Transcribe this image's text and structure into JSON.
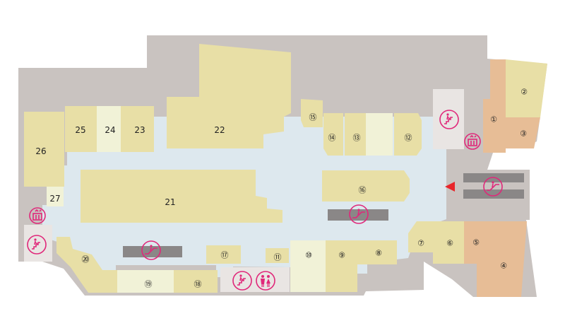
{
  "colors": {
    "building": "#c9c3c0",
    "corridor": "#dde8ee",
    "shop": "#e8dfa6",
    "shop_light": "#f1f2d7",
    "shop_orange": "#e7bd96",
    "service": "#e9e5e3",
    "escalator": "#8a8787",
    "icon": "#e0287a",
    "entrance": "#e8262b"
  },
  "stores": [
    {
      "id": "s1",
      "label": "①"
    },
    {
      "id": "s2",
      "label": "②"
    },
    {
      "id": "s3",
      "label": "③"
    },
    {
      "id": "s4",
      "label": "④"
    },
    {
      "id": "s5",
      "label": "⑤"
    },
    {
      "id": "s6",
      "label": "⑥"
    },
    {
      "id": "s7",
      "label": "⑦"
    },
    {
      "id": "s8",
      "label": "⑧"
    },
    {
      "id": "s9",
      "label": "⑨"
    },
    {
      "id": "s10",
      "label": "⑩"
    },
    {
      "id": "s11",
      "label": "⑪"
    },
    {
      "id": "s12",
      "label": "⑫"
    },
    {
      "id": "s13",
      "label": "⑬"
    },
    {
      "id": "s14",
      "label": "⑭"
    },
    {
      "id": "s15",
      "label": "⑮"
    },
    {
      "id": "s16",
      "label": "⑯"
    },
    {
      "id": "s17",
      "label": "⑰"
    },
    {
      "id": "s18",
      "label": "⑱"
    },
    {
      "id": "s19",
      "label": "⑲"
    },
    {
      "id": "s20",
      "label": "⑳"
    },
    {
      "id": "s21",
      "label": "21"
    },
    {
      "id": "s22",
      "label": "22"
    },
    {
      "id": "s23",
      "label": "23"
    },
    {
      "id": "s24",
      "label": "24"
    },
    {
      "id": "s25",
      "label": "25"
    },
    {
      "id": "s26",
      "label": "26"
    },
    {
      "id": "s27",
      "label": "27"
    }
  ],
  "icons": [
    "stairs-icon",
    "elevator-icon",
    "escalator-icon",
    "restroom-icon",
    "entrance-arrow-icon"
  ]
}
